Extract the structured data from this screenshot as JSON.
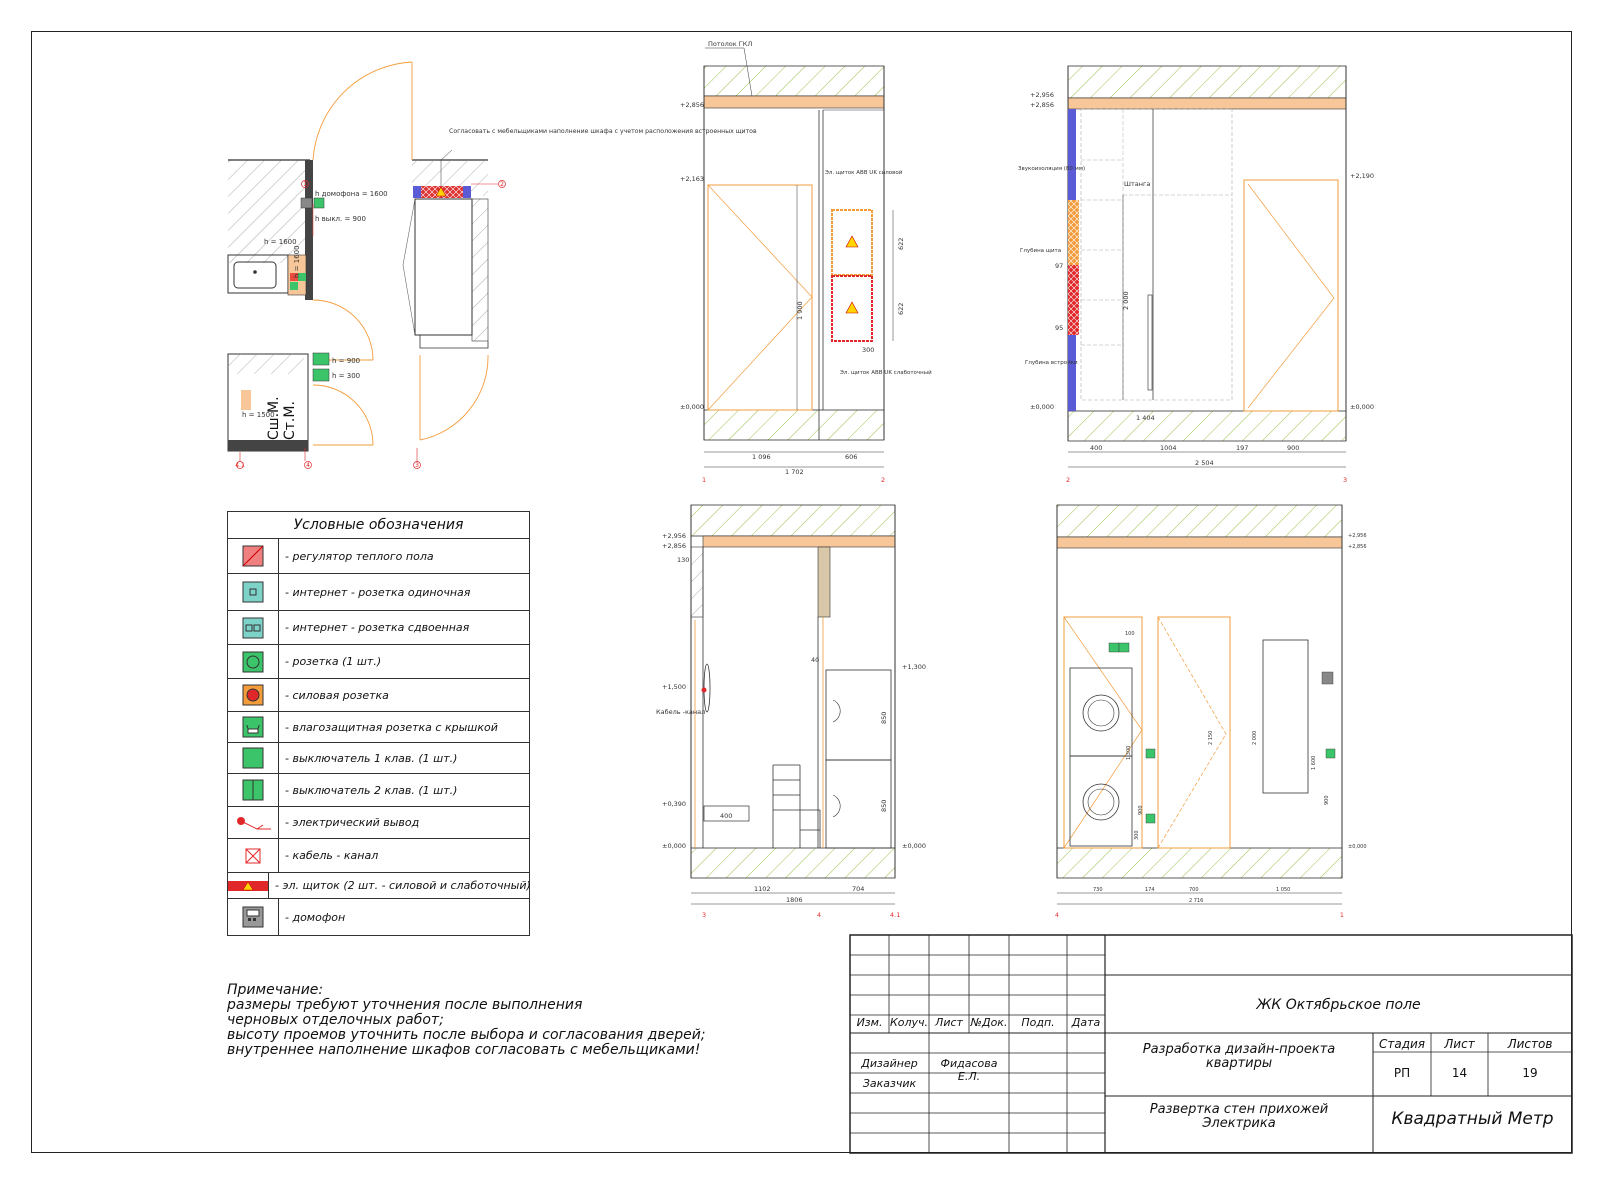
{
  "plan": {
    "note_cabinet": "Согласовать с мебельщиками наполнение шкафа с учетом расположения встроенных щитов",
    "h_intercom": "h домофона = 1600",
    "h_switch": "h выкл. = 900",
    "h_1600": "h = 1600",
    "h_1600b": "h = 1600",
    "h_900": "h = 900",
    "h_300": "h = 300",
    "h_1500": "h = 1500",
    "appliance_label_1": "Сш.М.",
    "appliance_label_2": "Ст.М.",
    "markers": [
      "1",
      "2",
      "3",
      "4",
      "4.1"
    ]
  },
  "elev1": {
    "ceiling_label": "Потолок ГКЛ",
    "lvl_top": "+2,856",
    "lvl_door": "+2,163",
    "lvl_zero": "±0,000",
    "panel_top": "Эл. щиток ABB UK силовой",
    "panel_bot": "Эл. щиток ABB UK слаботочный",
    "dim_h": "1 900",
    "dim_622a": "622",
    "dim_622b": "622",
    "dim_300": "300",
    "dim_1096": "1 096",
    "dim_606": "606",
    "dim_1702": "1 702",
    "ax_left": "1",
    "ax_right": "2"
  },
  "elev2": {
    "lvl_2956": "+2,956",
    "lvl_2856": "+2,856",
    "lvl_zero": "±0,000",
    "lvl_door": "+2,190",
    "lvl_zero_r": "±0,000",
    "soundproof": "Звукоизоляция (80 мм)",
    "rod": "Штанга",
    "depth_panel": "Глубина щита",
    "depth_97": "97",
    "depth_95": "95",
    "depth_builtin": "Глубина встройки",
    "dim_2000": "2 000",
    "dim_1404": "1 404",
    "dim_400": "400",
    "dim_1004": "1004",
    "dim_197": "197",
    "dim_900": "900",
    "dim_2504": "2 504",
    "ax_left": "2",
    "ax_right": "3"
  },
  "elev3": {
    "lvl_2956": "+2,956",
    "lvl_2856": "+2,856",
    "dim_130": "130",
    "lvl_1500": "+1,500",
    "lvl_1300": "+1,300",
    "lvl_390": "+0,390",
    "lvl_zero": "±0,000",
    "lvl_zero_r": "±0,000",
    "cable": "Кабель -канал",
    "dim_40": "40",
    "dim_850a": "850",
    "dim_850b": "850",
    "dim_400": "400",
    "dim_1102": "1102",
    "dim_704": "704",
    "dim_1806": "1806",
    "ax_left": "3",
    "ax_mid": "4",
    "ax_right": "4.1"
  },
  "elev4": {
    "lvl_2956": "+2,956",
    "lvl_2856": "+2,856",
    "lvl_zero": "±0,000",
    "dim_100": "100",
    "dim_1300": "1 300",
    "dim_900": "900",
    "dim_300": "300",
    "dim_2150": "2 150",
    "dim_2000": "2 000",
    "dim_1600": "1 600",
    "dim_900b": "900",
    "dim_730": "730",
    "dim_174": "174",
    "dim_700": "700",
    "dim_1050": "1 050",
    "dim_2716": "2 716",
    "ax_left": "4",
    "ax_right": "1"
  },
  "legend": {
    "title": "Условные обозначения",
    "items": [
      {
        "icon": "floor-heating-regulator-icon",
        "label": "- регулятор теплого пола"
      },
      {
        "icon": "internet-socket-single-icon",
        "label": "- интернет - розетка одиночная"
      },
      {
        "icon": "internet-socket-double-icon",
        "label": "- интернет - розетка сдвоенная"
      },
      {
        "icon": "socket-icon",
        "label": "- розетка (1 шт.)"
      },
      {
        "icon": "power-socket-icon",
        "label": "- силовая розетка"
      },
      {
        "icon": "waterproof-socket-icon",
        "label": "- влагозащитная розетка с крышкой"
      },
      {
        "icon": "switch-1-key-icon",
        "label": "- выключатель 1 клав. (1 шт.)"
      },
      {
        "icon": "switch-2-key-icon",
        "label": "- выключатель 2 клав. (1 шт.)"
      },
      {
        "icon": "electric-outlet-icon",
        "label": "- электрический вывод"
      },
      {
        "icon": "cable-channel-icon",
        "label": "- кабель - канал"
      },
      {
        "icon": "electric-panel-icon",
        "label": "- эл. щиток (2 шт. - силовой и слаботочный)"
      },
      {
        "icon": "intercom-icon",
        "label": "- домофон"
      }
    ]
  },
  "note": {
    "title": "Примечание:",
    "lines": [
      "размеры требуют уточнения после выполнения",
      "черновых отделочных работ;",
      "высоту проемов уточнить после выбора и согласования дверей;",
      "внутреннее наполнение шкафов согласовать с мебельщиками!"
    ]
  },
  "stamp": {
    "col_izm": "Изм.",
    "col_koluch": "Колуч.",
    "col_list": "Лист",
    "col_ndok": "№Док.",
    "col_podp": "Подп.",
    "col_data": "Дата",
    "role_designer": "Дизайнер",
    "designer_name": "Фидасова Е.Л.",
    "role_customer": "Заказчик",
    "project": "ЖК Октябрьское поле",
    "work_line1": "Разработка дизайн-проекта",
    "work_line2": "квартиры",
    "h_stage": "Стадия",
    "h_sheet": "Лист",
    "h_sheets": "Листов",
    "stage": "РП",
    "sheet": "14",
    "sheets": "19",
    "title_line1": "Развертка стен прихожей",
    "title_line2": "Электрика",
    "company": "Квадратный Метр"
  },
  "colors": {
    "orange": "#f39c3c",
    "red": "#e0282a",
    "ceiling": "#f7c79a",
    "hatch": "#9bbf4a",
    "blue": "#5b5bd6",
    "green": "#3cc46a",
    "teal": "#7dd3c8"
  }
}
